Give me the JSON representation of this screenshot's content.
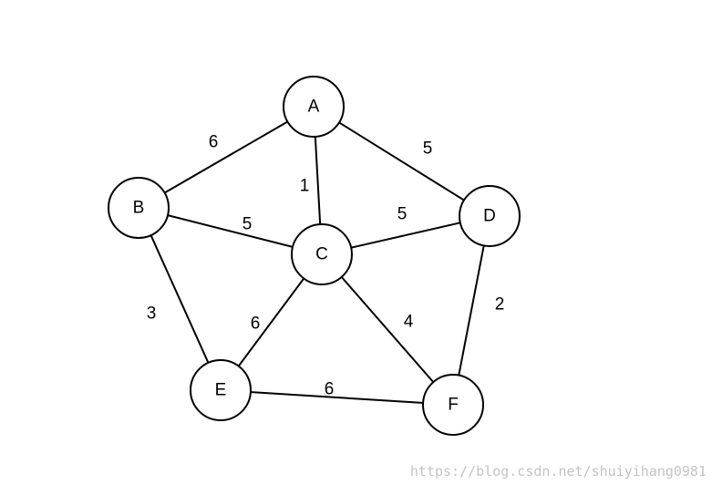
{
  "nodes": [
    {
      "id": "A",
      "label": "A"
    },
    {
      "id": "B",
      "label": "B"
    },
    {
      "id": "C",
      "label": "C"
    },
    {
      "id": "D",
      "label": "D"
    },
    {
      "id": "E",
      "label": "E"
    },
    {
      "id": "F",
      "label": "F"
    }
  ],
  "edges": [
    {
      "from": "A",
      "to": "B",
      "weight": "6"
    },
    {
      "from": "A",
      "to": "C",
      "weight": "1"
    },
    {
      "from": "A",
      "to": "D",
      "weight": "5"
    },
    {
      "from": "B",
      "to": "C",
      "weight": "5"
    },
    {
      "from": "C",
      "to": "D",
      "weight": "5"
    },
    {
      "from": "B",
      "to": "E",
      "weight": "3"
    },
    {
      "from": "C",
      "to": "E",
      "weight": "6"
    },
    {
      "from": "C",
      "to": "F",
      "weight": "4"
    },
    {
      "from": "D",
      "to": "F",
      "weight": "2"
    },
    {
      "from": "E",
      "to": "F",
      "weight": "6"
    }
  ],
  "watermark": "https://blog.csdn.net/shuiyihang0981"
}
